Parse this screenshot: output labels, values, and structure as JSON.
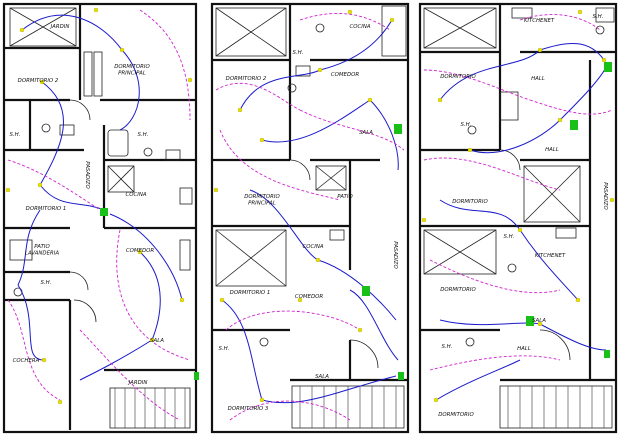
{
  "panels": [
    {
      "id": "floor1",
      "rooms": [
        {
          "label": "JARDIN"
        },
        {
          "label": "DORMITORIO\nPRINCIPAL"
        },
        {
          "label": "DORMITORIO 2"
        },
        {
          "label": "S.H."
        },
        {
          "label": "S.H."
        },
        {
          "label": "PASADIZO"
        },
        {
          "label": "COCINA"
        },
        {
          "label": "DORMITORIO 1"
        },
        {
          "label": "PATIO\nLAVANDERIA"
        },
        {
          "label": "COMEDOR"
        },
        {
          "label": "S.H."
        },
        {
          "label": "COCHERA"
        },
        {
          "label": "SALA"
        },
        {
          "label": "JARDIN"
        }
      ]
    },
    {
      "id": "floor2",
      "rooms": [
        {
          "label": "S.H."
        },
        {
          "label": "COCINA"
        },
        {
          "label": "DORMITORIO 2"
        },
        {
          "label": "COMEDOR"
        },
        {
          "label": "SALA"
        },
        {
          "label": "DORMITORIO\nPRINCIPAL"
        },
        {
          "label": "PATIO"
        },
        {
          "label": "COCINA"
        },
        {
          "label": "PASADIZO"
        },
        {
          "label": "DORMITORIO 1"
        },
        {
          "label": "COMEDOR"
        },
        {
          "label": "S.H."
        },
        {
          "label": "SALA"
        },
        {
          "label": "DORMITORIO 3"
        }
      ]
    },
    {
      "id": "floor3",
      "rooms": [
        {
          "label": "S.H."
        },
        {
          "label": "KITCHENET"
        },
        {
          "label": "DORMITORIO"
        },
        {
          "label": "HALL"
        },
        {
          "label": "S.H."
        },
        {
          "label": "HALL"
        },
        {
          "label": "DORMITORIO"
        },
        {
          "label": "PASADIZO"
        },
        {
          "label": "S.H."
        },
        {
          "label": "KITCHENET"
        },
        {
          "label": "DORMITORIO"
        },
        {
          "label": "SALA"
        },
        {
          "label": "S.H."
        },
        {
          "label": "HALL"
        },
        {
          "label": "DORMITORIO"
        }
      ]
    }
  ]
}
